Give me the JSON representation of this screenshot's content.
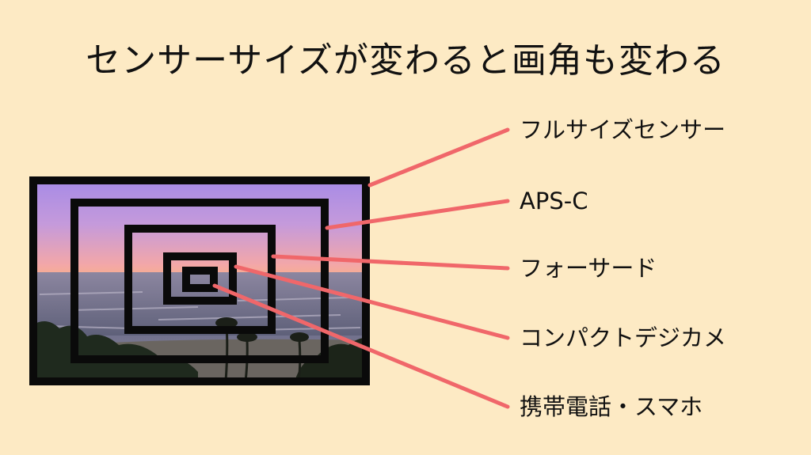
{
  "title": "センサーサイズが変わると画角も変わる",
  "colors": {
    "background": "#fdeac4",
    "frame": "#0a0a0a",
    "leader_line": "#f0676a",
    "sky_top": "#a78be6",
    "sky_horizon": "#f7b57b"
  },
  "sensors": [
    {
      "id": "full-frame",
      "label": "フルサイズセンサー"
    },
    {
      "id": "aps-c",
      "label": "APS-C"
    },
    {
      "id": "four-thirds",
      "label": "フォーサード"
    },
    {
      "id": "compact",
      "label": "コンパクトデジカメ"
    },
    {
      "id": "phone",
      "label": "携帯電話・スマホ"
    }
  ]
}
